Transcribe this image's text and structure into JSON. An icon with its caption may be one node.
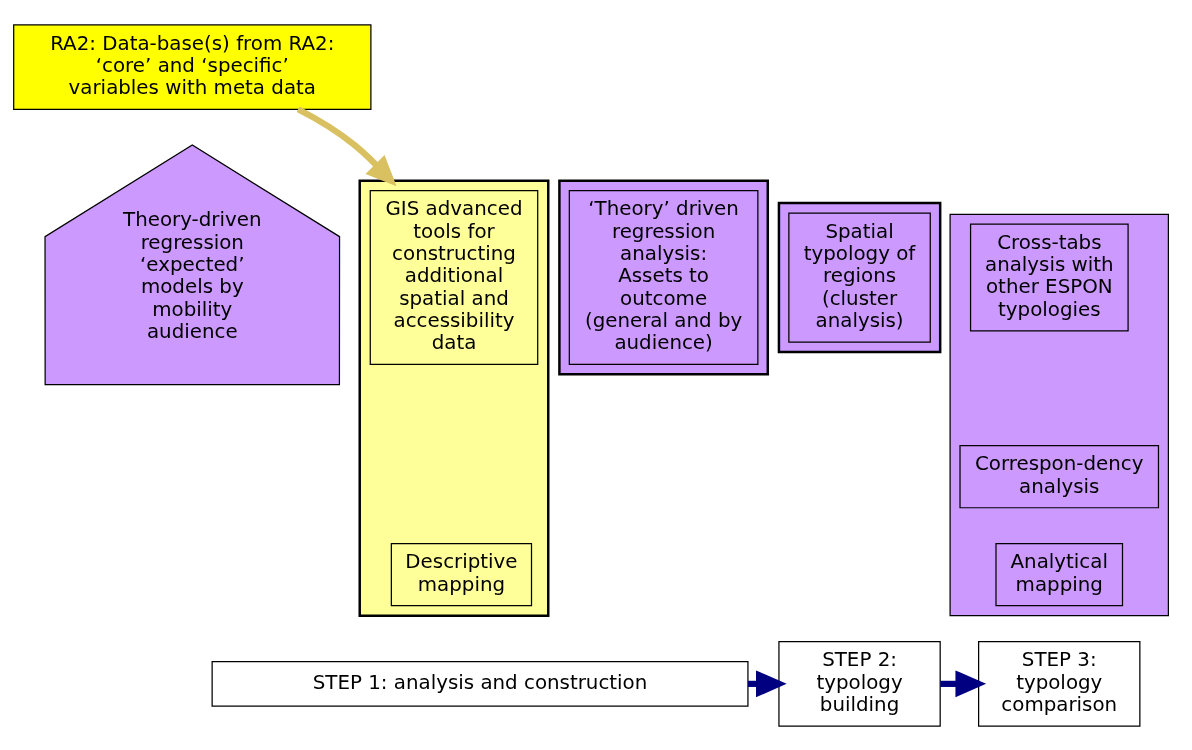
{
  "diagram": {
    "nodes": [
      {
        "text": [
          "RA2: Data-base(s) from RA2: ‘core’ and ‘specific’ variables with meta data"
        ]
      },
      {
        "text": [
          "Theory-driven regression ‘expected’ models by mobility audience"
        ]
      },
      {
        "text": [],
        "shape": "chevron"
      },
      {
        "text": [
          "GIS advanced tools for constructing additional spatial and accessibility data"
        ],
        "in": 2
      },
      {
        "text": [
          "Descriptive mapping"
        ],
        "in": 2
      },
      {
        "text": [],
        "shape": "chevron"
      },
      {
        "text": [
          "‘Theory’ driven regression analysis: Assets to outcome (general and by audience)"
        ],
        "in": 5
      },
      {
        "text": [],
        "shape": "chevron"
      },
      {
        "text": [
          "Spatial typology of regions (cluster analysis)"
        ],
        "in": 7
      },
      {
        "text": [],
        "shape": "box"
      },
      {
        "text": [
          "Cross-tabs analysis with other ESPON typologies"
        ],
        "in": 9
      },
      {
        "text": [
          "Correspon-dency analysis"
        ],
        "in": 9
      },
      {
        "text": [
          "Analytical mapping"
        ],
        "in": 9
      },
      {
        "text": [
          "STEP 1: analysis and construction"
        ]
      },
      {
        "text": [
          "STEP 2: typology building"
        ]
      },
      {
        "text": [
          "STEP 3: typology comparison"
        ]
      }
    ],
    "edges": [
      {
        "from": 0,
        "to": 2,
        "arrow": "to",
        "color": "#d9c060"
      },
      {
        "from": 13,
        "to": 14,
        "arrow": "to"
      },
      {
        "from": 14,
        "to": 15,
        "arrow": "to"
      }
    ]
  }
}
